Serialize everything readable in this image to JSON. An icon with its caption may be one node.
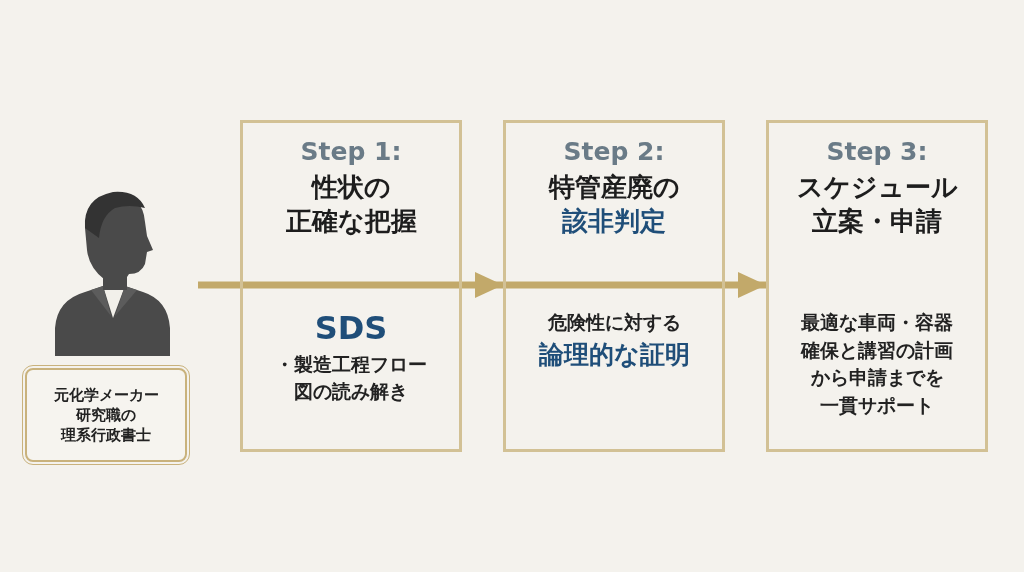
{
  "diagram": {
    "nodes": [
      {
        "text": [],
        "shape": "person"
      },
      {
        "text": [
          "元化学メーカー研究職の理系行政書士"
        ]
      },
      {
        "text": [
          "Step 1:",
          "性状の正確な把握",
          "SDS",
          "・製造工程フロー図の読み解き"
        ]
      },
      {
        "text": [
          "Step 2:",
          "特管産廃の**該非判定**",
          "危険性に対する**論理的な証明**"
        ]
      },
      {
        "text": [
          "Step 3:",
          "スケジュール立案・申請",
          "最適な車両・容器確保と講習の計画から申請までを一貫サポート"
        ]
      }
    ],
    "edges": [
      {
        "from": 0,
        "to": 2,
        "arrow": "none"
      },
      {
        "from": 2,
        "to": 3,
        "arrow": "to"
      },
      {
        "from": 3,
        "to": 4,
        "arrow": "to"
      }
    ]
  }
}
